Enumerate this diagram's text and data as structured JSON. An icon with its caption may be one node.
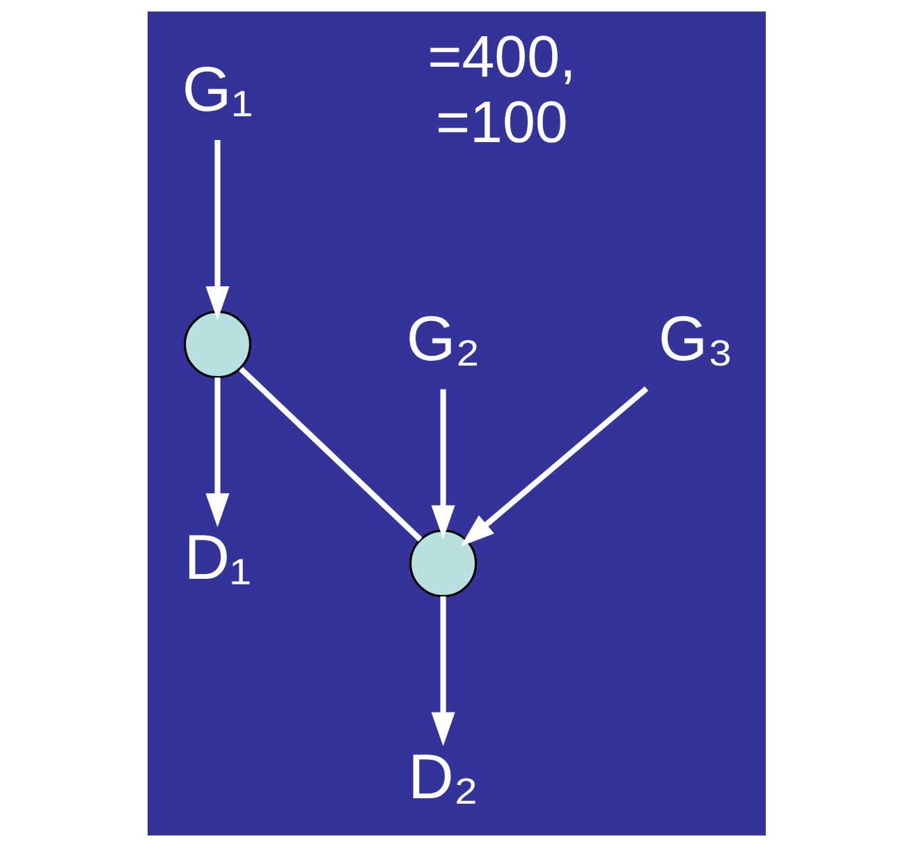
{
  "diagram": {
    "nodes": [
      {
        "text": [
          "G₁"
        ]
      },
      {
        "text": [],
        "shape": "circle"
      },
      {
        "text": [
          "D₁"
        ]
      },
      {
        "text": [],
        "shape": "circle"
      },
      {
        "text": [
          "G₂"
        ]
      },
      {
        "text": [
          "G₃"
        ]
      },
      {
        "text": [
          "D₂"
        ]
      }
    ],
    "edges": [
      {
        "from": 0,
        "to": 1,
        "arrow": "to"
      },
      {
        "from": 1,
        "to": 2,
        "arrow": "to"
      },
      {
        "from": 1,
        "to": 3,
        "arrow": "none"
      },
      {
        "from": 4,
        "to": 3,
        "arrow": "to"
      },
      {
        "from": 5,
        "to": 3,
        "arrow": "to"
      },
      {
        "from": 3,
        "to": 6,
        "arrow": "to"
      }
    ],
    "labels": [
      "=400,",
      "=100"
    ]
  }
}
